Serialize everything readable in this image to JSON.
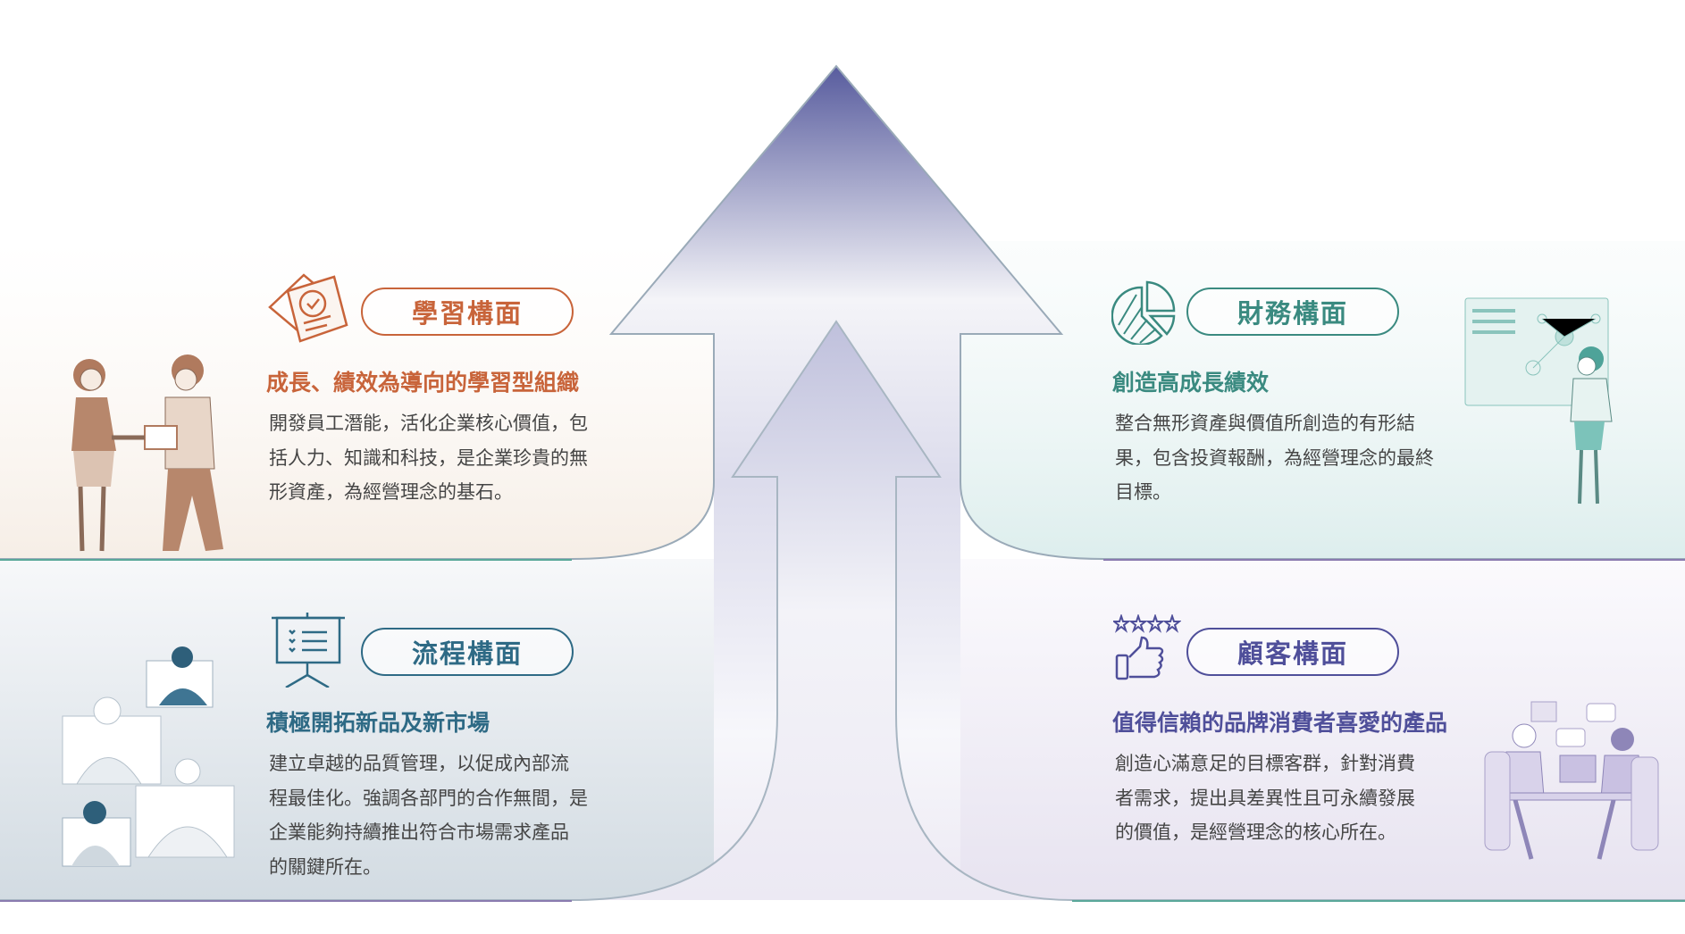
{
  "quadrants": {
    "learning": {
      "label": "學習構面",
      "subtitle": "成長、績效為導向的學習型組織",
      "body": [
        "開發員工潛能，活化企業核心價值，包",
        "括人力、知識和科技，是企業珍貴的無",
        "形資產，為經營理念的基石。"
      ],
      "color": "#c8643a",
      "icon": "documents-check-icon"
    },
    "finance": {
      "label": "財務構面",
      "subtitle": "創造高成長績效",
      "body": [
        "整合無形資產與價值所創造的有形結",
        "果，包含投資報酬，為經營理念的最終",
        "目標。"
      ],
      "color": "#3a8a80",
      "icon": "pie-chart-icon"
    },
    "process": {
      "label": "流程構面",
      "subtitle": "積極開拓新品及新市場",
      "body": [
        "建立卓越的品質管理，以促成內部流",
        "程最佳化。強調各部門的合作無間，是",
        "企業能夠持續推出符合市場需求產品",
        "的關鍵所在。"
      ],
      "color": "#2e6a85",
      "icon": "presentation-board-icon"
    },
    "customer": {
      "label": "顧客構面",
      "subtitle": "值得信賴的品牌消費者喜愛的產品",
      "body": [
        "創造心滿意足的目標客群，針對消費",
        "者需求，提出具差異性且可永續發展",
        "的價值，是經營理念的核心所在。"
      ],
      "color": "#4f4f9a",
      "icon": "thumbs-up-stars-icon"
    }
  }
}
